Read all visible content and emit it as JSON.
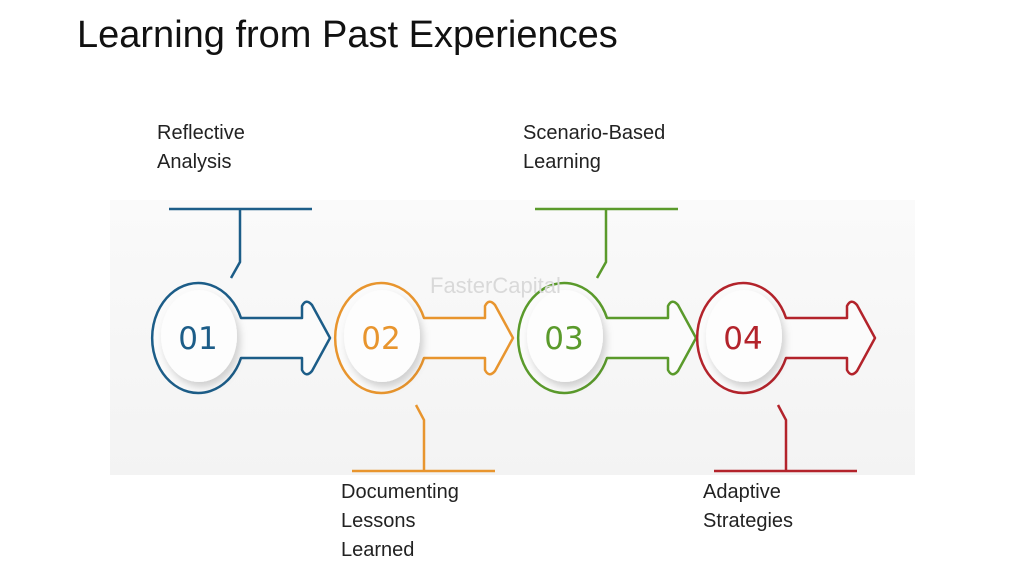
{
  "title": "Learning from Past Experiences",
  "watermark": "FasterCapital",
  "steps": [
    {
      "number": "01",
      "label_lines": [
        "Reflective",
        "Analysis"
      ],
      "position": "top",
      "color": "#1c5d88"
    },
    {
      "number": "02",
      "label_lines": [
        "Documenting",
        "Lessons",
        "Learned"
      ],
      "position": "bottom",
      "color": "#e8952e"
    },
    {
      "number": "03",
      "label_lines": [
        "Scenario-Based",
        "Learning"
      ],
      "position": "top",
      "color": "#5a9a2b"
    },
    {
      "number": "04",
      "label_lines": [
        "Adaptive",
        "Strategies"
      ],
      "position": "bottom",
      "color": "#b3232b"
    }
  ]
}
